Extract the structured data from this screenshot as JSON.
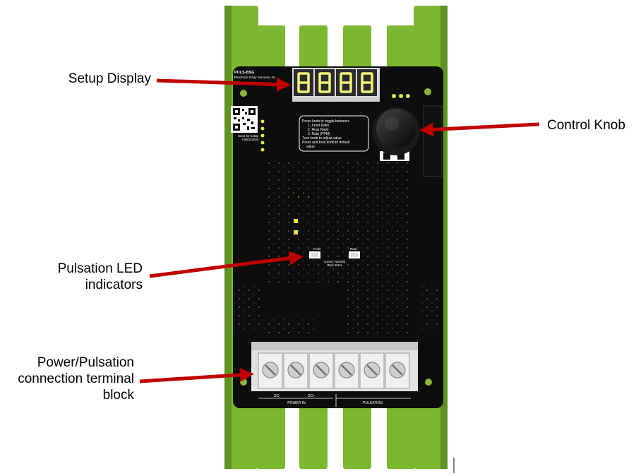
{
  "labels": {
    "setup_display": "Setup Display",
    "control_knob": "Control Knob",
    "pulsation_led_line1": "Pulsation LED",
    "pulsation_led_line2": "indicators",
    "terminal_line1": "Power/Pulsation",
    "terminal_line2": "connection terminal",
    "terminal_line3": "block"
  },
  "board": {
    "model": "PULS-BSG",
    "company": "Electronic Dairy Services, Inc.",
    "qr_caption_1": "Scan for setup",
    "qr_caption_2": "Instructions",
    "instructions": [
      "Press knob to toggle between:",
      "1. Front Ratio",
      "2. Rear Ratio",
      "3. Rate (PPM)",
      "Turn knob to adjust value",
      "Press and hold knob to default",
      "value"
    ],
    "led_front": "Front",
    "led_rear": "Rear",
    "led_green": "Green: Normal",
    "led_red": "Red: Error",
    "term_dc_minus": "DC-",
    "term_dc_plus": "DC+",
    "term_power_in": "POWER-IN",
    "term_pulsation": "PULSATION"
  },
  "colors": {
    "frame_green": "#7cb82f",
    "pcb_black": "#0d0d0d",
    "arrow_red": "#c00000",
    "display_yellow": "#f2f27a",
    "terminal_gray": "#d4d4d4"
  }
}
